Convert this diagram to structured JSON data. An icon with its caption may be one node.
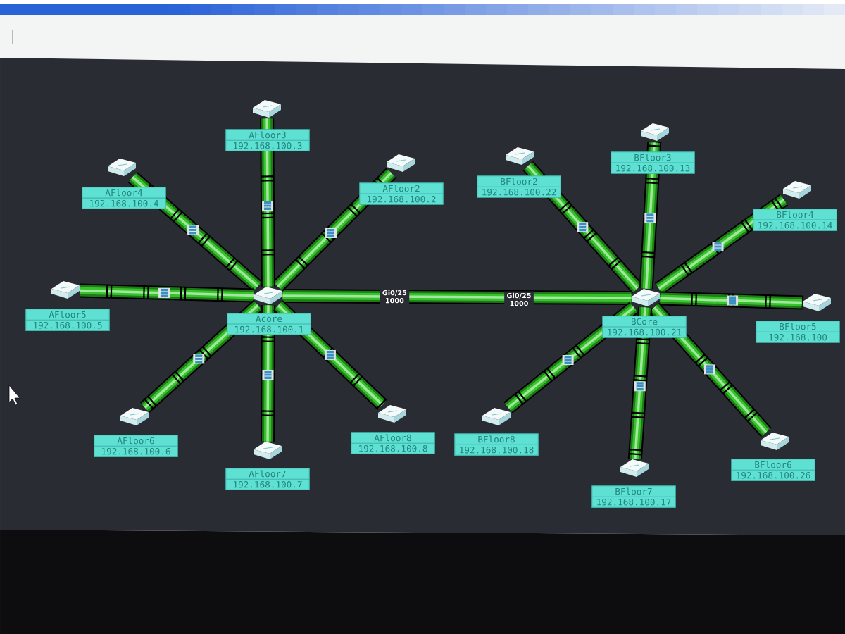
{
  "diagram": {
    "nodes": [
      {
        "text": [
          "Acore",
          "192.168.100.1"
        ]
      },
      {
        "text": [
          "AFloor2",
          "192.168.100.2"
        ]
      },
      {
        "text": [
          "AFloor3",
          "192.168.100.3"
        ]
      },
      {
        "text": [
          "AFloor4",
          "192.168.100.4"
        ]
      },
      {
        "text": [
          "AFloor5",
          "192.168.100.5"
        ]
      },
      {
        "text": [
          "AFloor6",
          "192.168.100.6"
        ]
      },
      {
        "text": [
          "AFloor7",
          "192.168.100.7"
        ]
      },
      {
        "text": [
          "AFloor8",
          "192.168.100.8"
        ]
      },
      {
        "text": [
          "BCore",
          "192.168.100.21"
        ]
      },
      {
        "text": [
          "BFloor2",
          "192.168.100.22"
        ]
      },
      {
        "text": [
          "BFloor3",
          "192.168.100.13"
        ]
      },
      {
        "text": [
          "BFloor4",
          "192.168.100.14"
        ]
      },
      {
        "text": [
          "BFloor5",
          "192.168.100"
        ]
      },
      {
        "text": [
          "BFloor6",
          "192.168.100.26"
        ]
      },
      {
        "text": [
          "BFloor7",
          "192.168.100.17"
        ]
      },
      {
        "text": [
          "BFloor8",
          "192.168.100.18"
        ]
      }
    ],
    "edges": [
      {
        "from": 0,
        "to": 8,
        "arrow": "none",
        "label": "Gi0/25 1000"
      },
      {
        "from": 0,
        "to": 1,
        "arrow": "none"
      },
      {
        "from": 0,
        "to": 2,
        "arrow": "none"
      },
      {
        "from": 0,
        "to": 3,
        "arrow": "none"
      },
      {
        "from": 0,
        "to": 4,
        "arrow": "none"
      },
      {
        "from": 0,
        "to": 5,
        "arrow": "none"
      },
      {
        "from": 0,
        "to": 6,
        "arrow": "none"
      },
      {
        "from": 0,
        "to": 7,
        "arrow": "none"
      },
      {
        "from": 8,
        "to": 9,
        "arrow": "none"
      },
      {
        "from": 8,
        "to": 10,
        "arrow": "none"
      },
      {
        "from": 8,
        "to": 11,
        "arrow": "none"
      },
      {
        "from": 8,
        "to": 12,
        "arrow": "none"
      },
      {
        "from": 8,
        "to": 13,
        "arrow": "none"
      },
      {
        "from": 8,
        "to": 14,
        "arrow": "none"
      },
      {
        "from": 8,
        "to": 15,
        "arrow": "none"
      }
    ],
    "labels": [
      "Gi0/25 1000"
    ]
  }
}
